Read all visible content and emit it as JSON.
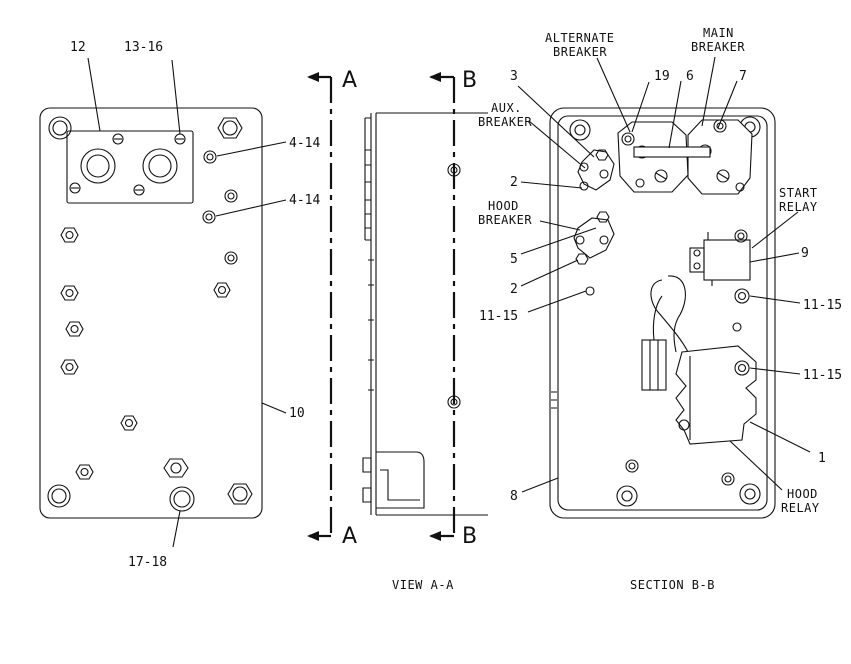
{
  "callouts": {
    "c12": "12",
    "c13_16": "13-16",
    "c4_14_a": "4-14",
    "c4_14_b": "4-14",
    "c10": "10",
    "c17_18": "17-18",
    "c3": "3",
    "c2_a": "2",
    "c2_b": "2",
    "c5": "5",
    "c11_15_a": "11-15",
    "c11_15_b": "11-15",
    "c11_15_c": "11-15",
    "c19": "19",
    "c6": "6",
    "c7": "7",
    "c9": "9",
    "c1": "1",
    "c8": "8"
  },
  "section_markers": {
    "a_top": "A",
    "a_bottom": "A",
    "b_top": "B",
    "b_bottom": "B"
  },
  "part_labels": {
    "alternate_breaker": [
      "ALTERNATE",
      "BREAKER"
    ],
    "main_breaker": [
      "MAIN",
      "BREAKER"
    ],
    "aux_breaker": [
      "AUX.",
      "BREAKER"
    ],
    "hood_breaker": [
      "HOOD",
      "BREAKER"
    ],
    "start_relay": [
      "START",
      "RELAY"
    ],
    "hood_relay": [
      "HOOD",
      "RELAY"
    ]
  },
  "captions": {
    "view_a": "VIEW A-A",
    "section_b": "SECTION B-B"
  },
  "colors": {
    "line": "#111111",
    "background": "#ffffff"
  }
}
